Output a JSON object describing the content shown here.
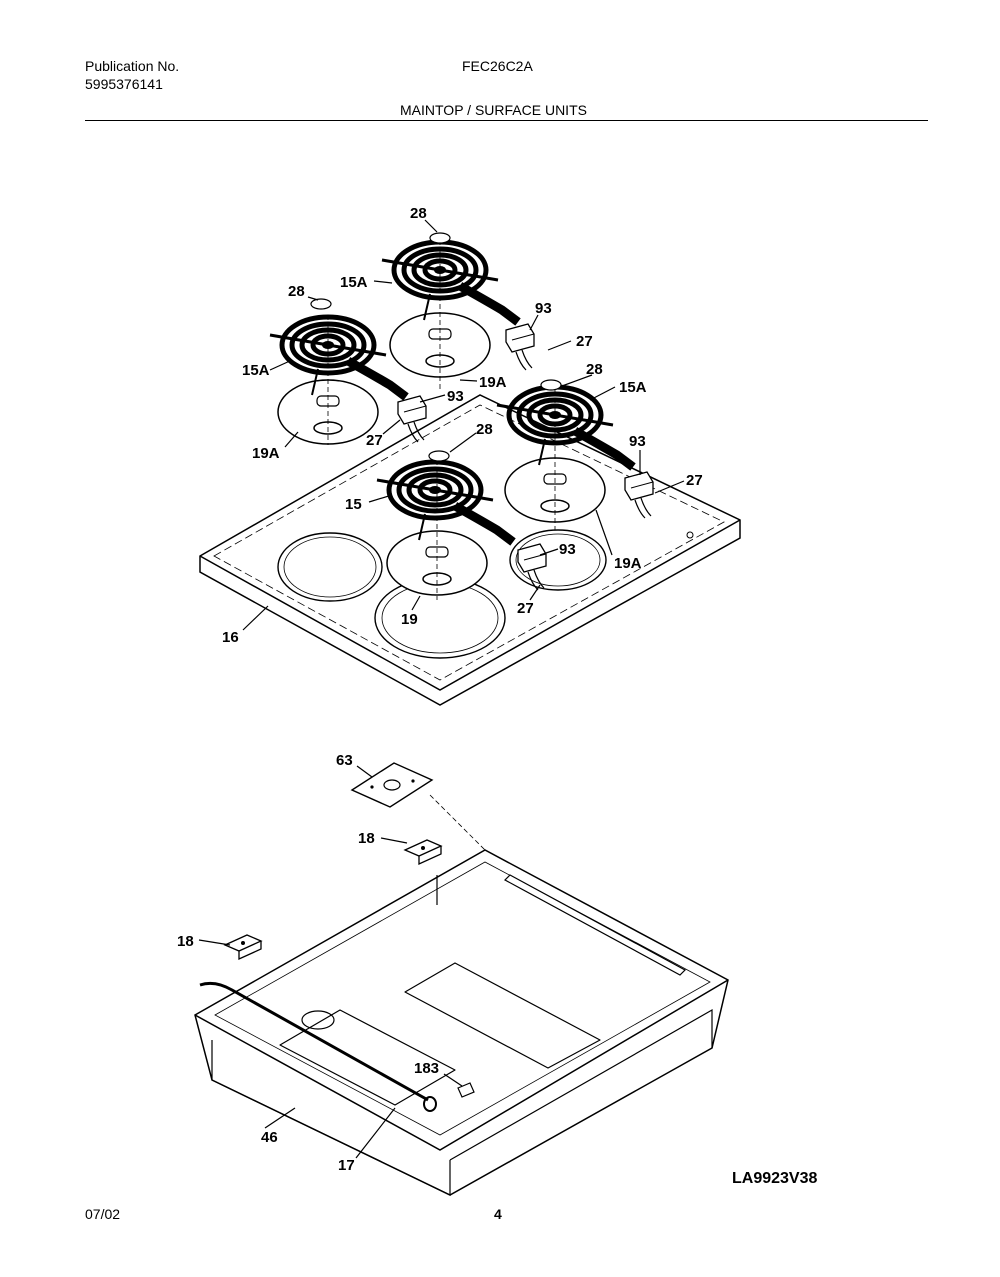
{
  "header": {
    "publication_label": "Publication No.",
    "publication_number": "5995376141",
    "model": "FEC26C2A",
    "section_title": "MAINTOP / SURFACE UNITS"
  },
  "part_callouts": {
    "top_left_cap": "28",
    "top_back_cap": "28",
    "right_cap": "28",
    "front_cap": "28",
    "back_element": "15A",
    "left_element": "15A",
    "right_element": "15A",
    "front_element": "15",
    "back_bowl": "19A",
    "left_bowl": "19A",
    "right_bowl": "19A",
    "front_bowl": "19",
    "back_block": "93",
    "left_block": "93",
    "right_block": "93",
    "front_block": "93",
    "back_receptacle": "27",
    "left_receptacle": "27",
    "right_receptacle": "27",
    "front_receptacle": "27",
    "maintop": "16",
    "plate": "63",
    "bracket_back": "18",
    "bracket_left": "18",
    "support_rod": "17",
    "box": "46",
    "screw": "183"
  },
  "footer": {
    "date": "07/02",
    "page": "4",
    "drawing_id": "LA9923V38"
  }
}
